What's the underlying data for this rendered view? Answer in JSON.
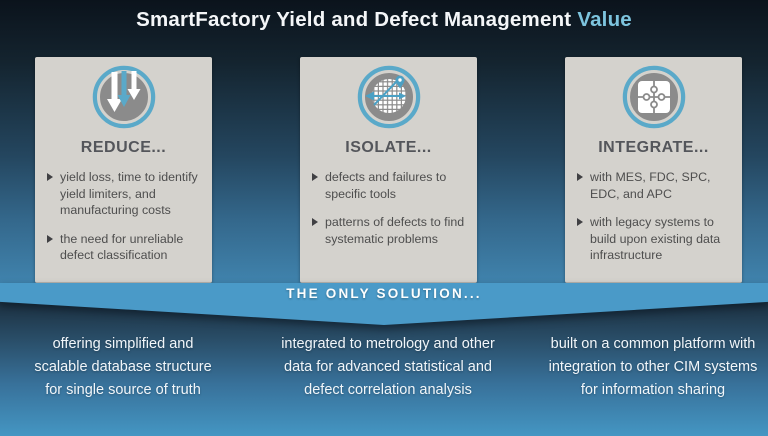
{
  "title": {
    "main": "SmartFactory Yield and Defect Management",
    "highlight": "Value"
  },
  "cards": [
    {
      "icon": "reduce-arrows-icon",
      "heading": "REDUCE...",
      "bullets": [
        "yield loss, time to identify yield limiters, and manufacturing costs",
        "the need for unreliable defect classification"
      ]
    },
    {
      "icon": "wafer-map-locate-icon",
      "heading": "ISOLATE...",
      "bullets": [
        "defects and failures to specific tools",
        "patterns of defects to find systematic problems"
      ]
    },
    {
      "icon": "puzzle-pieces-icon",
      "heading": "INTEGRATE...",
      "bullets": [
        "with MES, FDC, SPC, EDC, and APC",
        "with legacy systems to build upon existing data infrastructure"
      ]
    }
  ],
  "banner": {
    "label": "THE ONLY SOLUTION..."
  },
  "solutions": [
    {
      "lines": [
        "offering simplified and",
        "scalable database structure",
        "for single source of truth"
      ]
    },
    {
      "lines": [
        "integrated to metrology and other",
        "data for advanced statistical and",
        "defect correlation analysis"
      ]
    },
    {
      "lines": [
        "built on a common platform with",
        "integration to other CIM systems",
        "for information sharing"
      ]
    }
  ],
  "colors": {
    "accent_blue": "#4a9ac8",
    "ring_blue": "#5aa9c9",
    "highlight_text": "#7dc4de",
    "card_bg": "#d4d2cd",
    "icon_gray": "#8b8b8b"
  }
}
